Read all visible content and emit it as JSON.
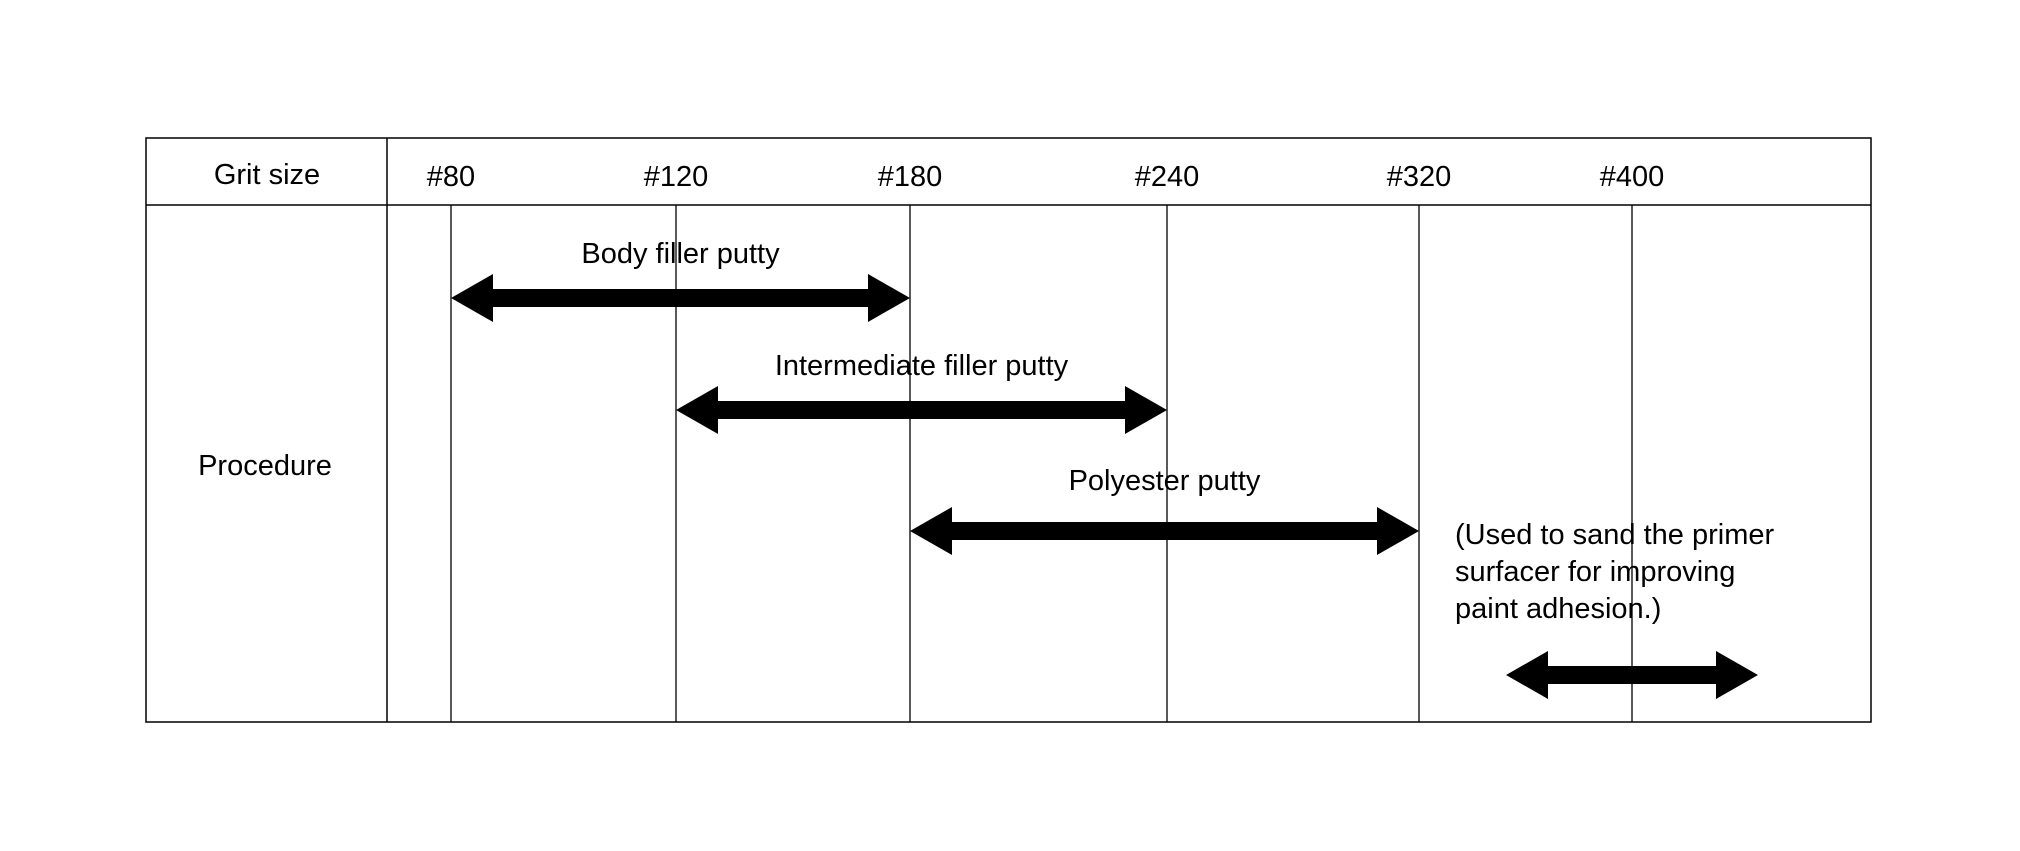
{
  "table": {
    "header_label": "Grit size",
    "row_label": "Procedure"
  },
  "grit_sizes": [
    "#80",
    "#120",
    "#180",
    "#240",
    "#320",
    "#400"
  ],
  "ranges": [
    {
      "label": "Body filler putty",
      "from": "#80",
      "to": "#180"
    },
    {
      "label": "Intermediate filler putty",
      "from": "#120",
      "to": "#240"
    },
    {
      "label": "Polyester putty",
      "from": "#180",
      "to": "#320"
    }
  ],
  "note": {
    "lines": [
      "(Used to sand the primer",
      "surfacer for improving",
      "paint adhesion.)"
    ],
    "grit": "#400"
  },
  "colors": {
    "line": "#000000",
    "arrow": "#000000",
    "background": "#ffffff"
  }
}
